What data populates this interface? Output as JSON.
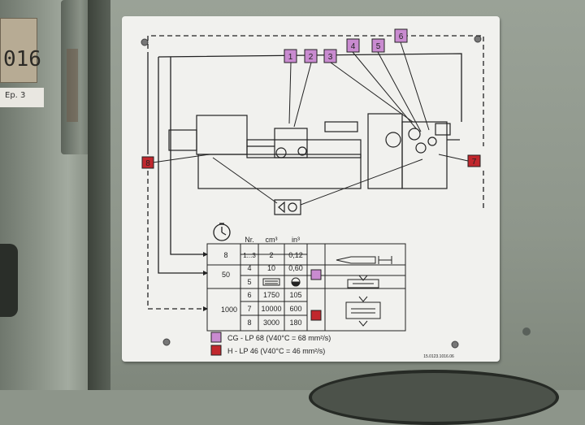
{
  "background": {
    "tag_number": "016",
    "label_strip": "Ep. 3"
  },
  "plate": {
    "point_labels": [
      "1",
      "2",
      "3",
      "4",
      "5",
      "6"
    ],
    "side_marks": [
      "8",
      "7"
    ],
    "table": {
      "headers": {
        "nr": "Nr.",
        "cm3": "cm³",
        "in3": "in³"
      },
      "groups": [
        {
          "interval": "8",
          "rows": [
            {
              "nr": "1...3",
              "cm3": "2",
              "in3": "0,12"
            }
          ]
        },
        {
          "interval": "50",
          "rows": [
            {
              "nr": "4",
              "cm3": "10",
              "in3": "0,60"
            },
            {
              "nr": "5",
              "cm3": "",
              "in3": ""
            }
          ]
        },
        {
          "interval": "1000",
          "rows": [
            {
              "nr": "6",
              "cm3": "1750",
              "in3": "105"
            },
            {
              "nr": "7",
              "cm3": "10000",
              "in3": "600"
            },
            {
              "nr": "8",
              "cm3": "3000",
              "in3": "180"
            }
          ]
        }
      ]
    },
    "legend": [
      {
        "text": "CG - LP 68 (V40°C = 68 mm²/s)",
        "color": "#c98bd0"
      },
      {
        "text": "H - LP 46 (V40°C = 46 mm²/s)",
        "color": "#c1272d"
      }
    ],
    "part_number": "15.0123.1016.06",
    "colors": {
      "purple": "#c98bd0",
      "red": "#c1272d",
      "line": "#222222"
    }
  }
}
